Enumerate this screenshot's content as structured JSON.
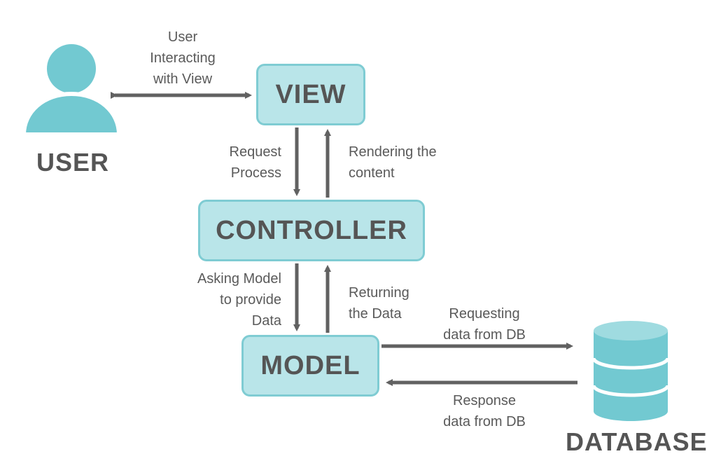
{
  "nodes": {
    "view": "VIEW",
    "controller": "CONTROLLER",
    "model": "MODEL",
    "user": "USER",
    "database": "DATABASE"
  },
  "edges": {
    "user_view": [
      "User",
      "Interacting",
      "with View"
    ],
    "request_process": [
      "Request",
      "Process"
    ],
    "rendering_content": [
      "Rendering the",
      "content"
    ],
    "asking_model": [
      "Asking Model",
      "to provide",
      "Data"
    ],
    "returning_data": [
      "Returning",
      "the Data"
    ],
    "requesting_db": [
      "Requesting",
      "data from DB"
    ],
    "response_db": [
      "Response",
      "data from DB"
    ]
  },
  "colors": {
    "box_fill": "#b9e5e9",
    "box_border": "#7fccd3",
    "icon": "#72c9d1",
    "arrow": "#616161",
    "text": "#5a5a5a"
  }
}
